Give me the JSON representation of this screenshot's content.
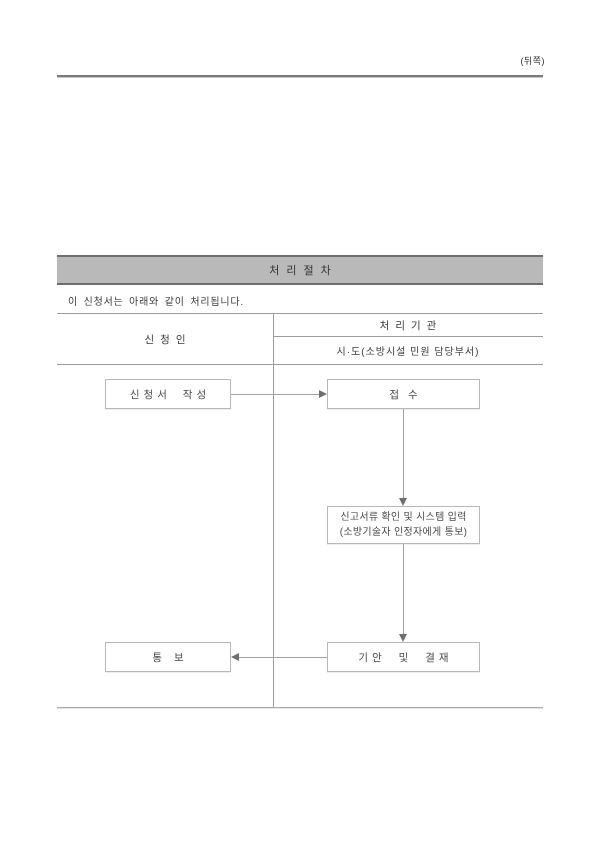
{
  "page": {
    "corner_note": "(뒤쪽)"
  },
  "procedure": {
    "bar_title": "처리절차",
    "intro": "이 신청서는 아래와 같이 처리됩니다.",
    "table": {
      "applicant_header": "신청인",
      "agency_header": "처리기관",
      "agency_subheader": "시·도(소방시설 민원 담당부서)"
    },
    "steps": {
      "write_application": "신청서 작성",
      "receipt": "접수",
      "check_line1": "신고서류 확인 및 시스템 입력",
      "check_line2": "(소방기술자 인정자에게 통보)",
      "draft_approval": "기안 및 결재",
      "notice": "통보"
    }
  },
  "colors": {
    "bar_fill": "#b9b9b9",
    "bar_border": "#6f6f6f",
    "table_line": "#9c9c9c",
    "box_border": "#b8b8b8",
    "arrow_line": "#a3a3a3",
    "arrow_head": "#6f6f6f"
  }
}
